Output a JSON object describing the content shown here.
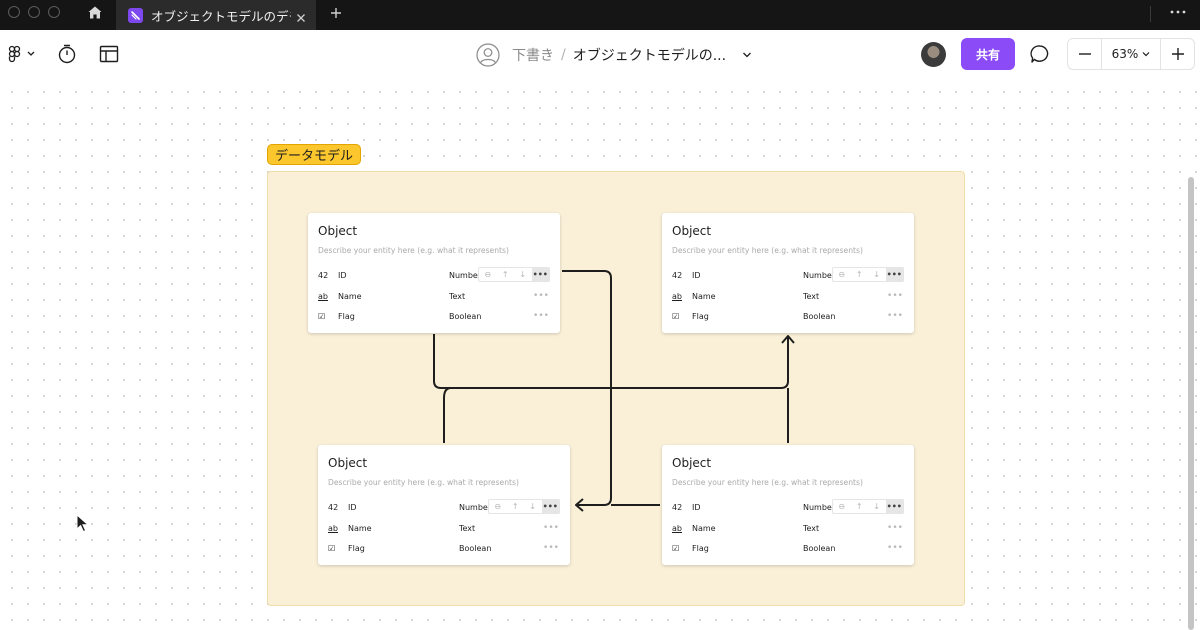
{
  "tabbar": {
    "tab_title": "オブジェクトモデルのデモ",
    "icons": [
      "home-icon",
      "file-icon",
      "close-icon",
      "plus-icon",
      "more-icon"
    ]
  },
  "toolbar": {
    "left_icons": [
      "figjam-menu-icon",
      "timer-icon",
      "layout-icon"
    ],
    "breadcrumb": {
      "draft": "下書き",
      "separator": "/",
      "file": "オブジェクトモデルの..."
    },
    "share_label": "共有",
    "zoom_level": "63%",
    "zoom_out_label": "−",
    "zoom_in_label": "+"
  },
  "section": {
    "label": "データモデル",
    "color": "#fcc62d",
    "fill": "#faf0d8"
  },
  "cards": [
    {
      "title": "Object",
      "description": "Describe your entity here (e.g. what it represents)",
      "rows": [
        {
          "icon": "42",
          "name": "ID",
          "type": "Numbe"
        },
        {
          "icon": "ab",
          "name": "Name",
          "type": "Text"
        },
        {
          "icon": "☑",
          "name": "Flag",
          "type": "Boolean"
        }
      ]
    },
    {
      "title": "Object",
      "description": "Describe your entity here (e.g. what it represents)",
      "rows": [
        {
          "icon": "42",
          "name": "ID",
          "type": "Numbe"
        },
        {
          "icon": "ab",
          "name": "Name",
          "type": "Text"
        },
        {
          "icon": "☑",
          "name": "Flag",
          "type": "Boolean"
        }
      ]
    },
    {
      "title": "Object",
      "description": "Describe your entity here (e.g. what it represents)",
      "rows": [
        {
          "icon": "42",
          "name": "ID",
          "type": "Numbe"
        },
        {
          "icon": "ab",
          "name": "Name",
          "type": "Text"
        },
        {
          "icon": "☑",
          "name": "Flag",
          "type": "Boolean"
        }
      ]
    },
    {
      "title": "Object",
      "description": "Describe your entity here (e.g. what it represents)",
      "rows": [
        {
          "icon": "42",
          "name": "ID",
          "type": "Numbe"
        },
        {
          "icon": "ab",
          "name": "Name",
          "type": "Text"
        },
        {
          "icon": "☑",
          "name": "Flag",
          "type": "Boolean"
        }
      ]
    }
  ],
  "row_more_glyph": "•••",
  "colors": {
    "accent": "#8b4cf7",
    "tabbar": "#151515",
    "connector": "#1e1e1e"
  }
}
